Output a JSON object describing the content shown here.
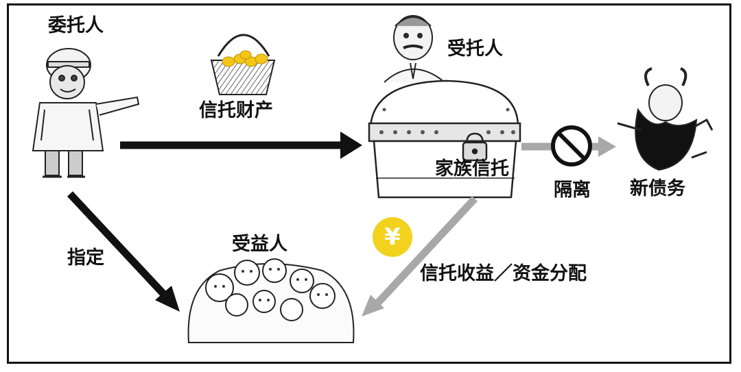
{
  "labels": {
    "settlor": "委托人",
    "trust_property": "信托财产",
    "trustee": "受托人",
    "family_trust": "家族信托",
    "isolation": "隔离",
    "new_debt": "新债务",
    "designate": "指定",
    "beneficiary": "受益人",
    "income_distribution": "信托收益／资金分配",
    "yen_symbol": "¥"
  },
  "colors": {
    "black_arrow": "#111111",
    "gray_arrow": "#a8a8a8",
    "yen_badge": "#f2d21d",
    "gold": "#f5c518"
  },
  "icons": [
    "settlor-figure-icon",
    "basket-of-gold-icon",
    "trustee-figure-icon",
    "treasure-chest-icon",
    "padlock-icon",
    "no-entry-icon",
    "debt-creature-icon",
    "beneficiary-monkeys-icon",
    "yen-coin-icon"
  ]
}
